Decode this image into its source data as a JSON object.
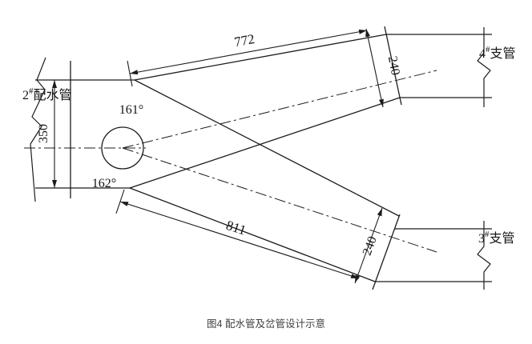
{
  "figure": {
    "caption": "图4 配水管及岔管设计示意"
  },
  "pipes": {
    "main": {
      "num": "2",
      "sup": "#",
      "name": "配水管"
    },
    "branch_top": {
      "num": "4",
      "sup": "#",
      "name": "支管"
    },
    "branch_bottom": {
      "num": "3",
      "sup": "#",
      "name": "支管"
    }
  },
  "dimensions": {
    "top_branch_length": "772",
    "bottom_branch_length": "811",
    "top_branch_end_diameter": "240",
    "bottom_branch_end_diameter": "240",
    "main_pipe_diameter": "350",
    "top_branch_angle": "161°",
    "bottom_branch_angle": "162°"
  },
  "colors": {
    "line": "#1c1c1c",
    "text": "#141414",
    "caption": "#3f3f3f",
    "background": "#ffffff"
  }
}
